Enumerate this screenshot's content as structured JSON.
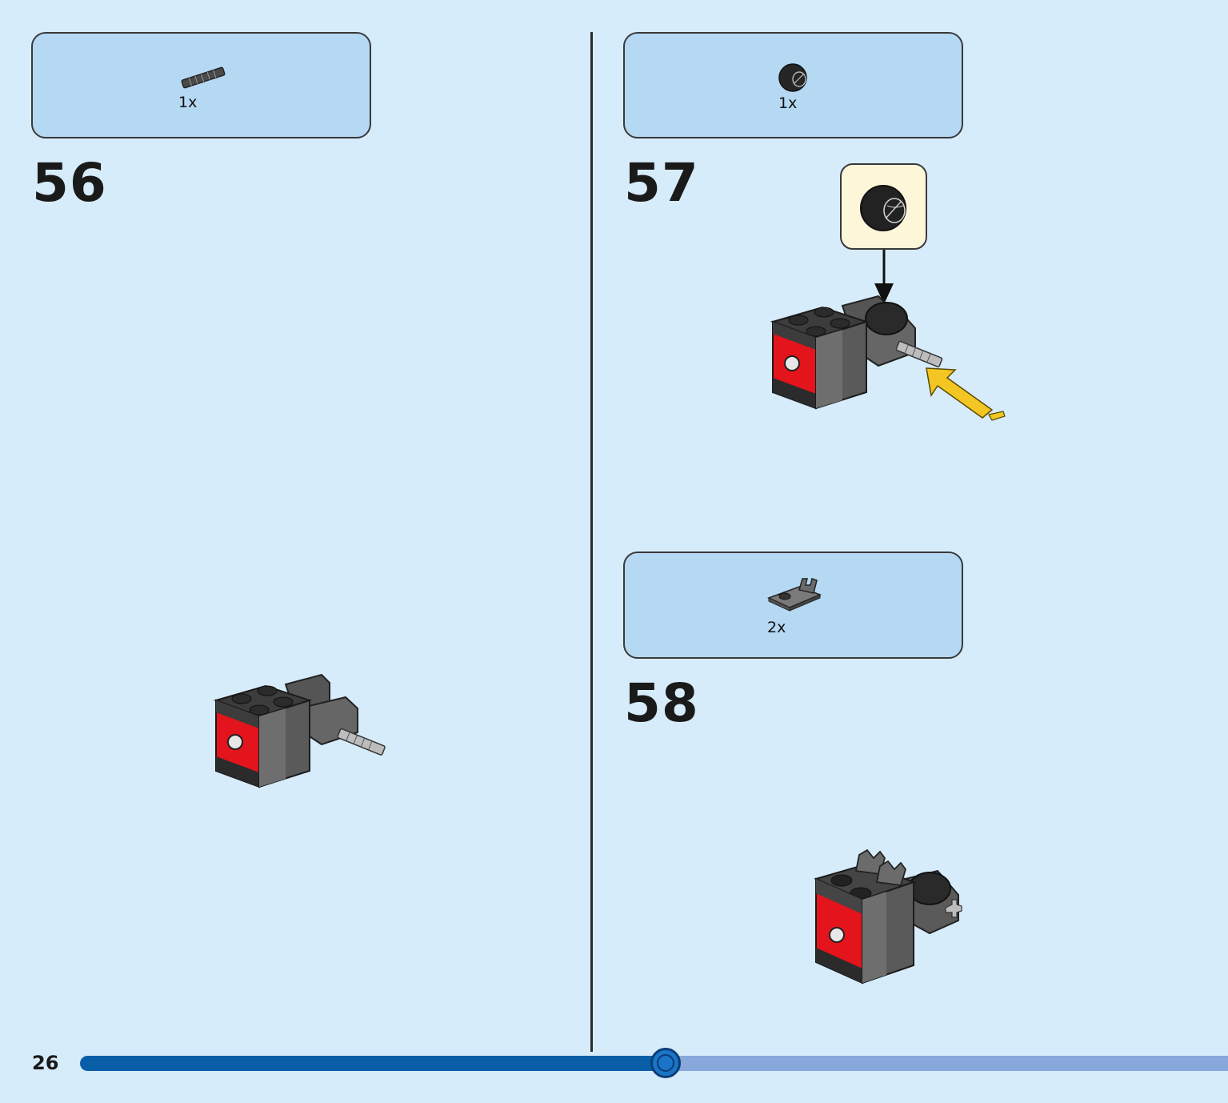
{
  "page_number": "26",
  "progress": {
    "fraction": 0.51
  },
  "steps": [
    {
      "number": "56",
      "parts": [
        {
          "qty": "1x",
          "part_icon": "axle-pin-icon"
        }
      ]
    },
    {
      "number": "57",
      "parts": [
        {
          "qty": "1x",
          "part_icon": "ball-joint-icon"
        }
      ]
    },
    {
      "number": "58",
      "parts": [
        {
          "qty": "2x",
          "part_icon": "clip-plate-icon"
        }
      ]
    }
  ],
  "colors": {
    "background": "#d6ecfa",
    "parts_box": "#b5d8f3",
    "callout": "#fdf6d8",
    "brick_red": "#e3141b",
    "brick_dark": "#3a3a3a",
    "brick_grey": "#6b6b6b",
    "arrow_yellow": "#f3c623",
    "progress_fill": "#0a5ea8",
    "progress_rest": "#88a8dc"
  }
}
